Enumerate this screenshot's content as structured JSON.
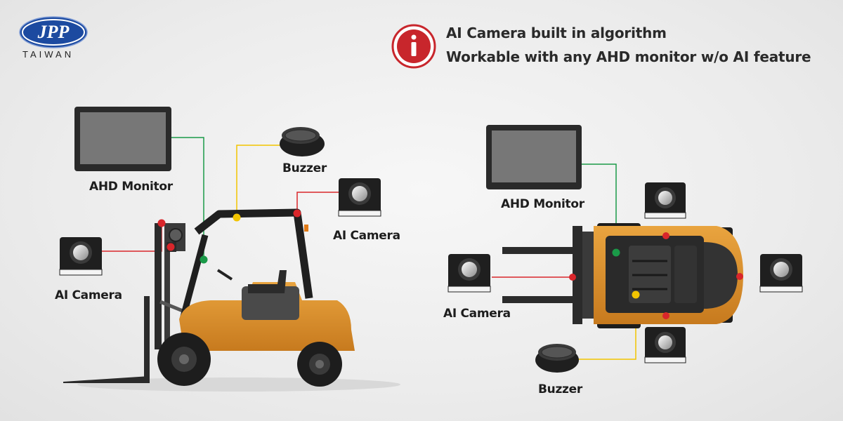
{
  "brand": {
    "logo_text": "JPP",
    "country": "TAIWAN"
  },
  "info": {
    "icon": "info-icon",
    "lines": [
      "AI Camera built in algorithm",
      "Workable with any AHD monitor w/o AI feature"
    ]
  },
  "side_view": {
    "monitor_label": "AHD Monitor",
    "buzzer_label": "Buzzer",
    "front_camera_label": "AI Camera",
    "rear_camera_label": "AI Camera"
  },
  "top_view": {
    "monitor_label": "AHD Monitor",
    "camera_label": "AI Camera",
    "buzzer_label": "Buzzer"
  },
  "colors": {
    "red_wire": "#d9262b",
    "green_wire": "#1a9a48",
    "yellow_wire": "#f2c400",
    "forklift_body": "#d9902d",
    "info_red": "#c8262c"
  }
}
